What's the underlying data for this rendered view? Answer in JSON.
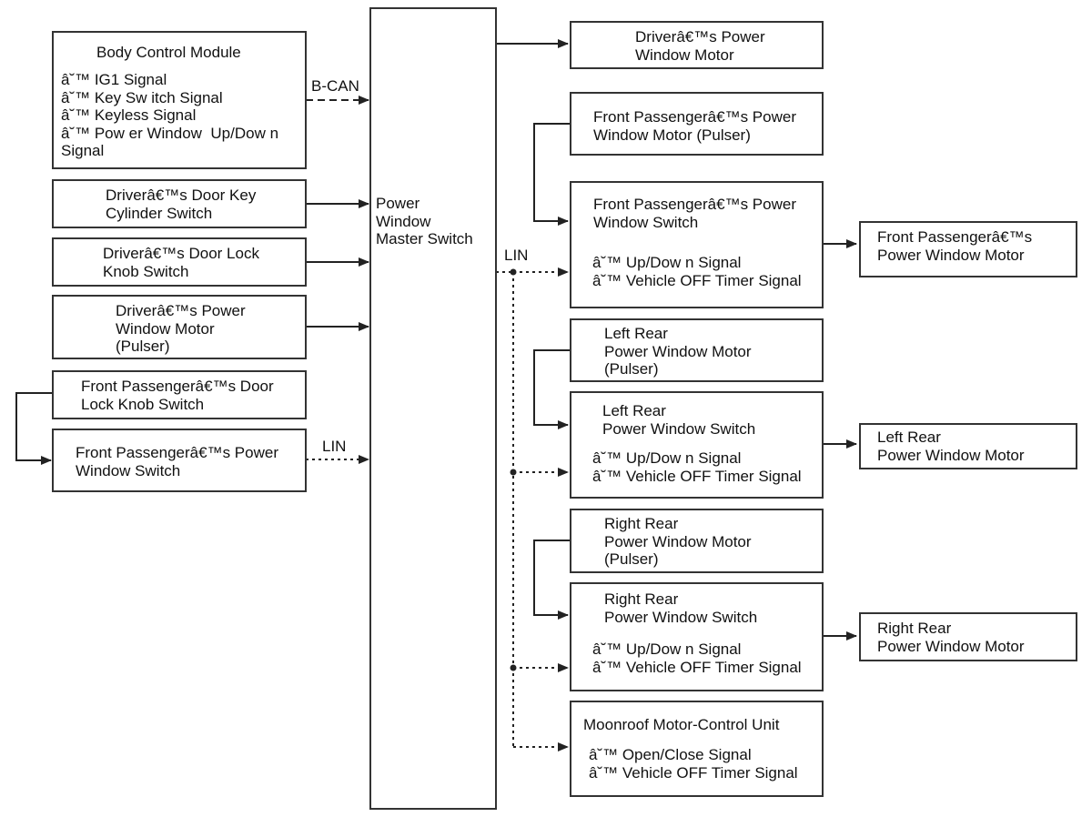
{
  "labels": {
    "bcan": "B-CAN",
    "lin_left": "LIN",
    "lin_right": "LIN"
  },
  "boxes": {
    "bcm": {
      "title": "Body Control Module",
      "items": [
        "â˘™ IG1 Signal",
        "â˘™ Key Sw itch Signal",
        "â˘™ Keyless Signal",
        "â˘™ Pow er Window  Up/Dow n",
        "Signal"
      ]
    },
    "driver_key_cylinder": {
      "lines": [
        "Driverâ€™s Door Key",
        "Cylinder Switch"
      ]
    },
    "driver_lock_knob": {
      "lines": [
        "Driverâ€™s Door Lock",
        "Knob Switch"
      ]
    },
    "driver_motor_pulser": {
      "lines": [
        "Driverâ€™s Power",
        "Window Motor",
        "(Pulser)"
      ]
    },
    "fp_lock_knob": {
      "lines": [
        "Front Passengerâ€™s Door",
        "Lock Knob Switch"
      ]
    },
    "fp_switch_left": {
      "lines": [
        "Front Passengerâ€™s Power",
        "Window Switch"
      ]
    },
    "master": {
      "lines": [
        "Power",
        "Window",
        "Master Switch"
      ]
    },
    "driver_motor": {
      "lines": [
        "Driverâ€™s Power",
        "Window Motor"
      ]
    },
    "fp_motor_pulser": {
      "lines": [
        "Front Passengerâ€™s Power",
        "Window Motor (Pulser)"
      ]
    },
    "fp_switch_right": {
      "lines": [
        "Front Passengerâ€™s Power",
        "Window Switch"
      ],
      "items": [
        "â˘™ Up/Dow n Signal",
        "â˘™ Vehicle OFF Timer Signal"
      ]
    },
    "fp_motor": {
      "lines": [
        "Front Passengerâ€™s",
        "Power Window Motor"
      ]
    },
    "lr_motor_pulser": {
      "lines": [
        "Left Rear",
        "Power Window Motor",
        "(Pulser)"
      ]
    },
    "lr_switch": {
      "lines": [
        "Left Rear",
        "Power Window Switch"
      ],
      "items": [
        "â˘™ Up/Dow n Signal",
        "â˘™ Vehicle OFF Timer Signal"
      ]
    },
    "lr_motor": {
      "lines": [
        "Left Rear",
        "Power Window Motor"
      ]
    },
    "rr_motor_pulser": {
      "lines": [
        "Right Rear",
        "Power Window Motor",
        "(Pulser)"
      ]
    },
    "rr_switch": {
      "lines": [
        "Right Rear",
        "Power Window Switch"
      ],
      "items": [
        "â˘™ Up/Dow n Signal",
        "â˘™ Vehicle OFF Timer Signal"
      ]
    },
    "rr_motor": {
      "lines": [
        "Right Rear",
        "Power Window Motor"
      ]
    },
    "moonroof": {
      "title": "Moonroof Motor-Control Unit",
      "items": [
        "â˘™ Open/Close Signal",
        "â˘™ Vehicle OFF Timer Signal"
      ]
    }
  }
}
